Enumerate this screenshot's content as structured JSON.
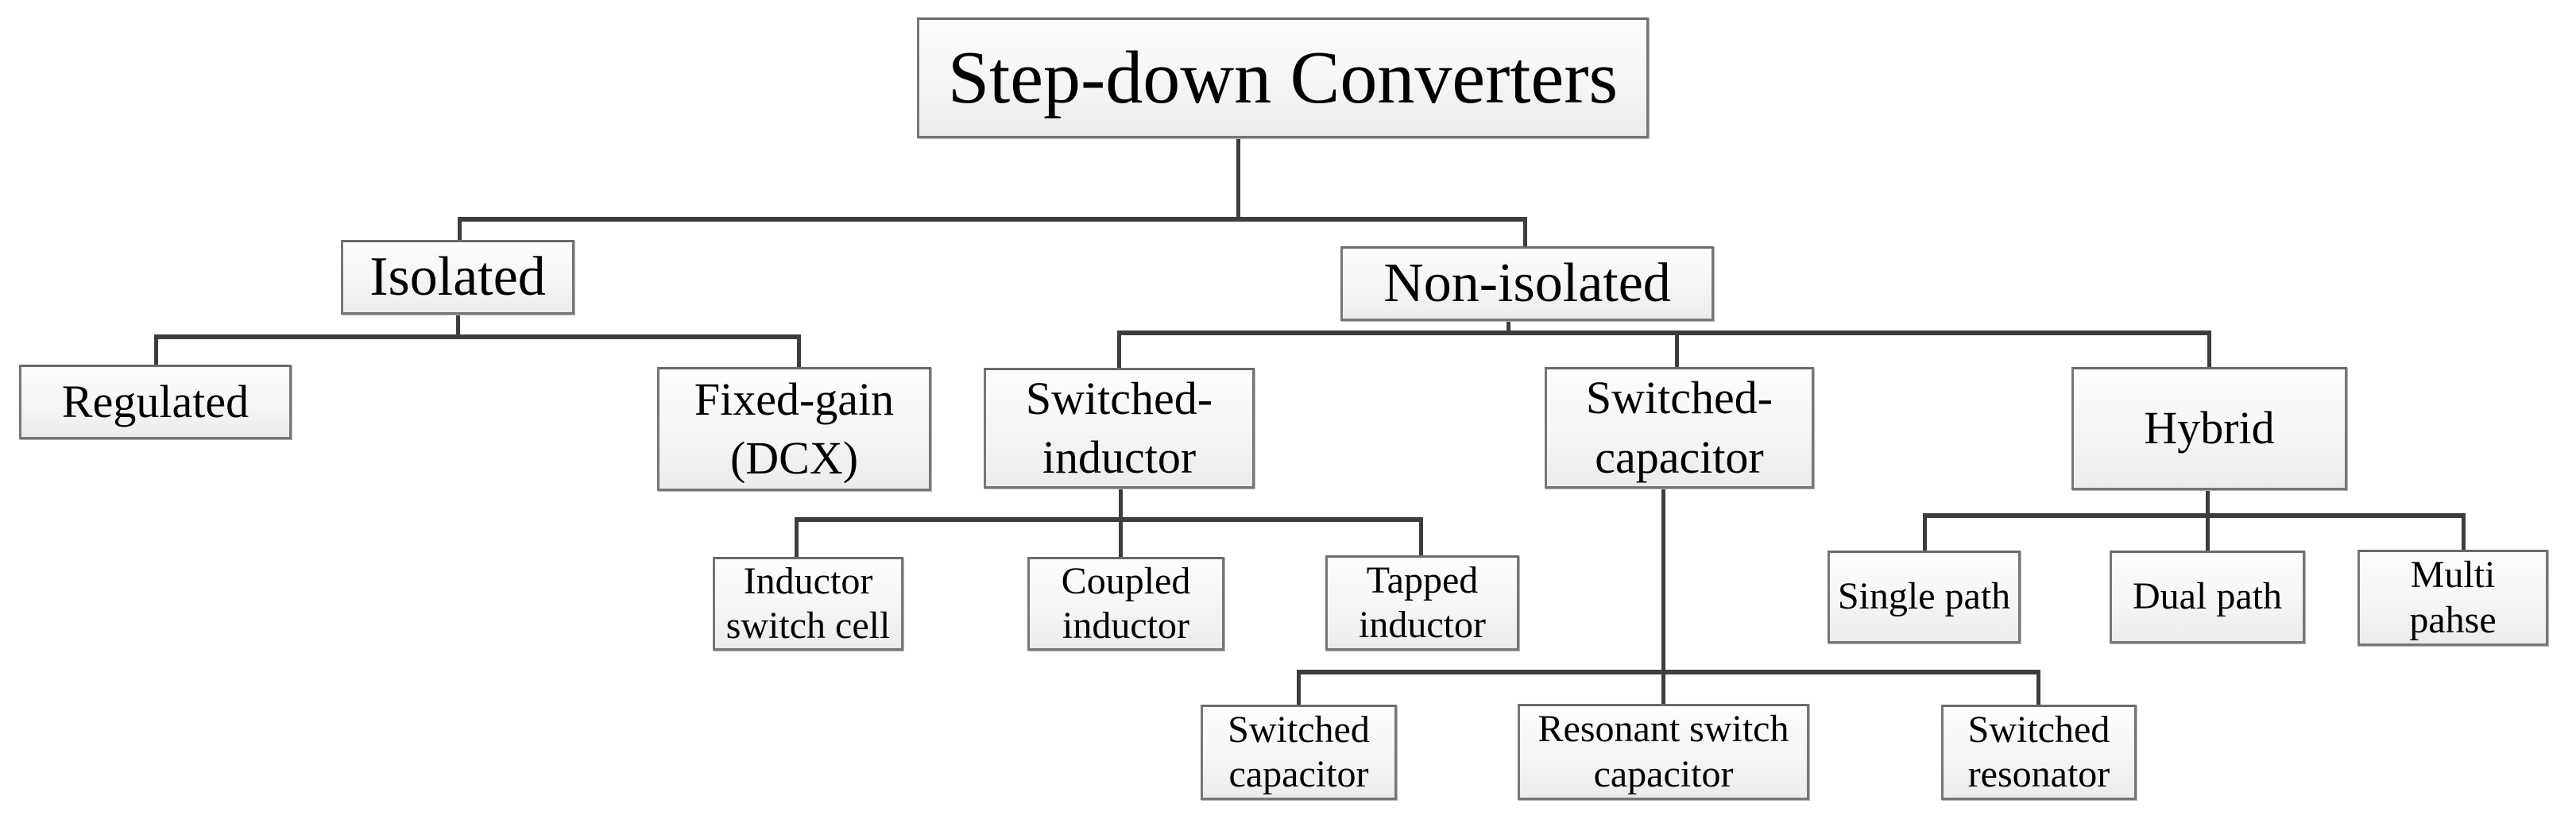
{
  "diagram": {
    "title": "Step-down Converters",
    "nodes": {
      "root": {
        "label": "Step-down Converters",
        "lines": [
          "Step-down Converters"
        ]
      },
      "isolated": {
        "label": "Isolated",
        "lines": [
          "Isolated"
        ]
      },
      "non_isolated": {
        "label": "Non-isolated",
        "lines": [
          "Non-isolated"
        ]
      },
      "regulated": {
        "label": "Regulated",
        "lines": [
          "Regulated"
        ]
      },
      "fixed_gain": {
        "label": "Fixed-gain (DCX)",
        "lines": [
          "Fixed-gain",
          "(DCX)"
        ]
      },
      "switched_inductor": {
        "label": "Switched-inductor",
        "lines": [
          "Switched-",
          "inductor"
        ]
      },
      "switched_capacitor": {
        "label": "Switched-capacitor",
        "lines": [
          "Switched-",
          "capacitor"
        ]
      },
      "hybrid": {
        "label": "Hybrid",
        "lines": [
          "Hybrid"
        ]
      },
      "inductor_switch_cell": {
        "label": "Inductor switch cell",
        "lines": [
          "Inductor",
          "switch cell"
        ]
      },
      "coupled_inductor": {
        "label": "Coupled inductor",
        "lines": [
          "Coupled",
          "inductor"
        ]
      },
      "tapped_inductor": {
        "label": "Tapped inductor",
        "lines": [
          "Tapped",
          "inductor"
        ]
      },
      "single_path": {
        "label": "Single path",
        "lines": [
          "Single path"
        ]
      },
      "dual_path": {
        "label": "Dual path",
        "lines": [
          "Dual path"
        ]
      },
      "multi_pahse": {
        "label": "Multi pahse",
        "lines": [
          "Multi",
          "pahse"
        ]
      },
      "switched_capacitor_leaf": {
        "label": "Switched capacitor",
        "lines": [
          "Switched",
          "capacitor"
        ]
      },
      "resonant_switch_capacitor": {
        "label": "Resonant switch capacitor",
        "lines": [
          "Resonant switch",
          "capacitor"
        ]
      },
      "switched_resonator": {
        "label": "Switched resonator",
        "lines": [
          "Switched",
          "resonator"
        ]
      }
    },
    "hierarchy": {
      "Step-down Converters": [
        "Isolated",
        "Non-isolated"
      ],
      "Isolated": [
        "Regulated",
        "Fixed-gain (DCX)"
      ],
      "Non-isolated": [
        "Switched-inductor",
        "Switched-capacitor",
        "Hybrid"
      ],
      "Switched-inductor": [
        "Inductor switch cell",
        "Coupled inductor",
        "Tapped inductor"
      ],
      "Switched-capacitor": [
        "Switched capacitor",
        "Resonant switch capacitor",
        "Switched resonator"
      ],
      "Hybrid": [
        "Single path",
        "Dual path",
        "Multi pahse"
      ]
    },
    "colors": {
      "connector": "#3d3d3d",
      "box_border": "#767676",
      "box_fill_top": "#fdfdfd",
      "box_fill_bottom": "#ececec",
      "text": "#000000",
      "background": "#ffffff"
    }
  }
}
